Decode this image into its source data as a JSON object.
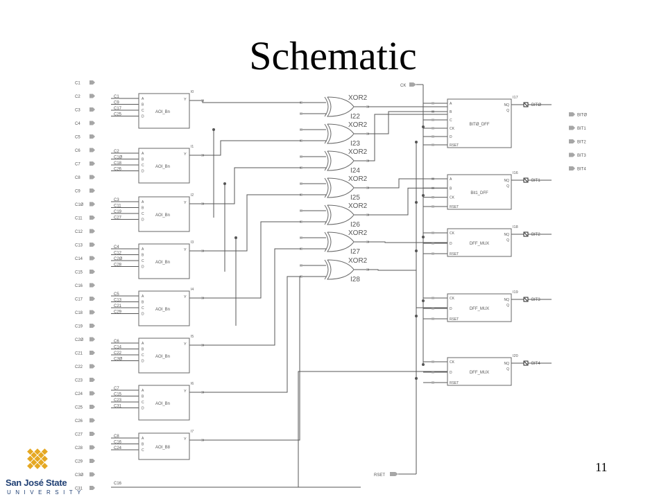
{
  "slide": {
    "title": "Schematic",
    "page_number": "11"
  },
  "logo": {
    "name": "San José State",
    "word": "UNIVERSITY",
    "gold": "#e5a823",
    "blue": "#1f3f73"
  },
  "colors": {
    "wire": "#555555",
    "block_outline": "#666666",
    "text": "#555555",
    "pin_fill": "#a6a6a6"
  },
  "inputs": [
    "C1",
    "C2",
    "C3",
    "C4",
    "C5",
    "C6",
    "C7",
    "C8",
    "C9",
    "C1Ø",
    "C11",
    "C12",
    "C13",
    "C14",
    "C15",
    "C16",
    "C17",
    "C18",
    "C19",
    "C2Ø",
    "C21",
    "C22",
    "C23",
    "C24",
    "C25",
    "C26",
    "C27",
    "C28",
    "C29",
    "C3Ø",
    "C31"
  ],
  "aoi_blocks": [
    {
      "name": "AOI_Bn",
      "in": [
        "C1",
        "C9",
        "C17",
        "C25"
      ],
      "ports": [
        "A",
        "B",
        "C",
        "D"
      ],
      "out": "Y",
      "inst": "I0"
    },
    {
      "name": "AOI_Bn",
      "in": [
        "C2",
        "C1Ø",
        "C18",
        "C26"
      ],
      "ports": [
        "A",
        "B",
        "C",
        "D"
      ],
      "out": "Y",
      "inst": "I1"
    },
    {
      "name": "AOI_Bn",
      "in": [
        "C3",
        "C11",
        "C19",
        "C27"
      ],
      "ports": [
        "A",
        "B",
        "C",
        "D"
      ],
      "out": "Y",
      "inst": "I2"
    },
    {
      "name": "AOI_Bn",
      "in": [
        "C4",
        "C12",
        "C2Ø",
        "C28"
      ],
      "ports": [
        "A",
        "B",
        "C",
        "D"
      ],
      "out": "Y",
      "inst": "I3"
    },
    {
      "name": "AOI_Bn",
      "in": [
        "C5",
        "C13",
        "C21",
        "C29"
      ],
      "ports": [
        "A",
        "B",
        "C",
        "D"
      ],
      "out": "Y",
      "inst": "I4"
    },
    {
      "name": "AOI_Bn",
      "in": [
        "C6",
        "C14",
        "C22",
        "C3Ø"
      ],
      "ports": [
        "A",
        "B",
        "C",
        "D"
      ],
      "out": "Y",
      "inst": "I5"
    },
    {
      "name": "AOI_Bn",
      "in": [
        "C7",
        "C15",
        "C23",
        "C31"
      ],
      "ports": [
        "A",
        "B",
        "C",
        "D"
      ],
      "out": "Y",
      "inst": "I6"
    },
    {
      "name": "AOI_B8",
      "in": [
        "C8",
        "C16",
        "C24"
      ],
      "ports": [
        "A",
        "B",
        "C"
      ],
      "out": "Y",
      "inst": "I7"
    }
  ],
  "bottom_input": "C16",
  "xor_gates": [
    {
      "type": "XOR2",
      "inst": "I22"
    },
    {
      "type": "XOR2",
      "inst": "I23"
    },
    {
      "type": "XOR2",
      "inst": "I24"
    },
    {
      "type": "XOR2",
      "inst": "I25"
    },
    {
      "type": "XOR2",
      "inst": "I26"
    },
    {
      "type": "XOR2",
      "inst": "I27"
    },
    {
      "type": "XOR2",
      "inst": "I28"
    }
  ],
  "ck_label": "CK",
  "rset_label": "RSET",
  "dffs": [
    {
      "name": "BITØ_DFF",
      "inst": "I17",
      "ports_l": [
        "A",
        "B",
        "C",
        "CK",
        "D",
        "RSET"
      ],
      "ports_r": [
        "NQ",
        "Q"
      ],
      "out": "BITØ"
    },
    {
      "name": "Bit1_DFF",
      "inst": "I16",
      "ports_l": [
        "A",
        "B",
        "CK",
        "RSET"
      ],
      "ports_r": [
        "NQ",
        "Q"
      ],
      "out": "BIT1"
    },
    {
      "name": "DFF_MUX",
      "inst": "I18",
      "ports_l": [
        "CK",
        "D",
        "RSET"
      ],
      "ports_r": [
        "NQ",
        "Q"
      ],
      "out": "BIT2"
    },
    {
      "name": "DFF_MUX",
      "inst": "I19",
      "ports_l": [
        "CK",
        "D",
        "RSET"
      ],
      "ports_r": [
        "NQ",
        "Q"
      ],
      "out": "BIT3"
    },
    {
      "name": "DFF_MUX",
      "inst": "I20",
      "ports_l": [
        "CK",
        "D",
        "RSET"
      ],
      "ports_r": [
        "NQ",
        "Q"
      ],
      "out": "BIT4"
    }
  ],
  "outputs": [
    "BITØ",
    "BIT1",
    "BIT2",
    "BIT3",
    "BIT4"
  ]
}
